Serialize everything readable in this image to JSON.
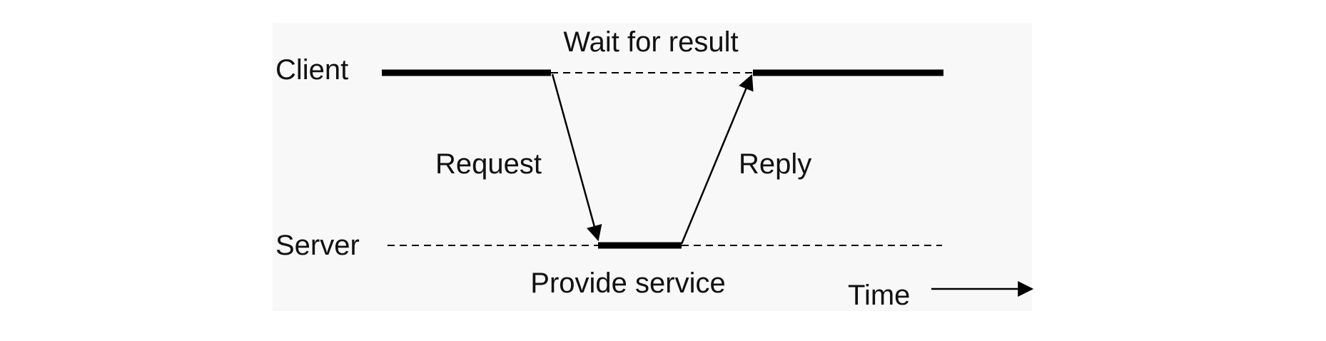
{
  "diagram": {
    "labels": {
      "client": "Client",
      "server": "Server",
      "wait": "Wait for result",
      "request": "Request",
      "reply": "Reply",
      "provide": "Provide service",
      "time": "Time"
    },
    "colors": {
      "panel": "#f8f8f8",
      "ink": "#000000",
      "text": "#111111"
    }
  }
}
